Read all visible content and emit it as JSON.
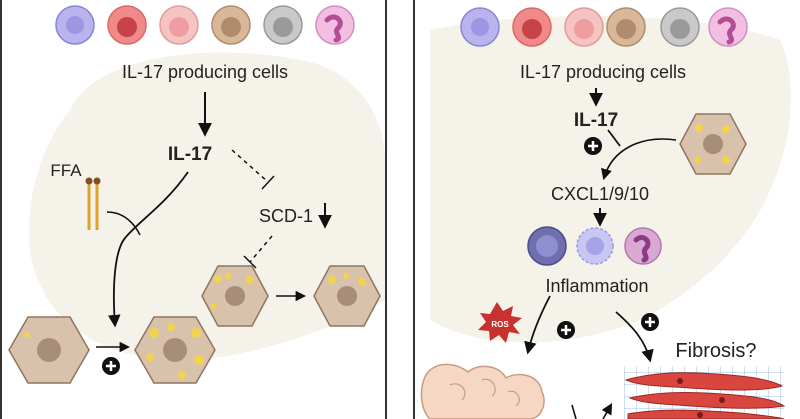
{
  "left_panel": {
    "producers_label": "IL-17 producing cells",
    "cytokine_label": "IL-17",
    "ffa_label": "FFA",
    "enzyme_label": "SCD-1"
  },
  "right_panel": {
    "producers_label": "IL-17 producing cells",
    "cytokine_label": "IL-17",
    "chemokine_label": "CXCL1/9/10",
    "inflammation_label": "Inflammation",
    "ros_label": "ROS",
    "fibrosis_label": "Fibrosis?"
  },
  "colors": {
    "liver_silhouette": "#efe9dc",
    "hepatocyte": "#d8c2ac",
    "lipid_droplet": "#f2d44a",
    "fibroblast": "#d9453f",
    "ros_burst": "#c8322e",
    "border": "#333333"
  }
}
